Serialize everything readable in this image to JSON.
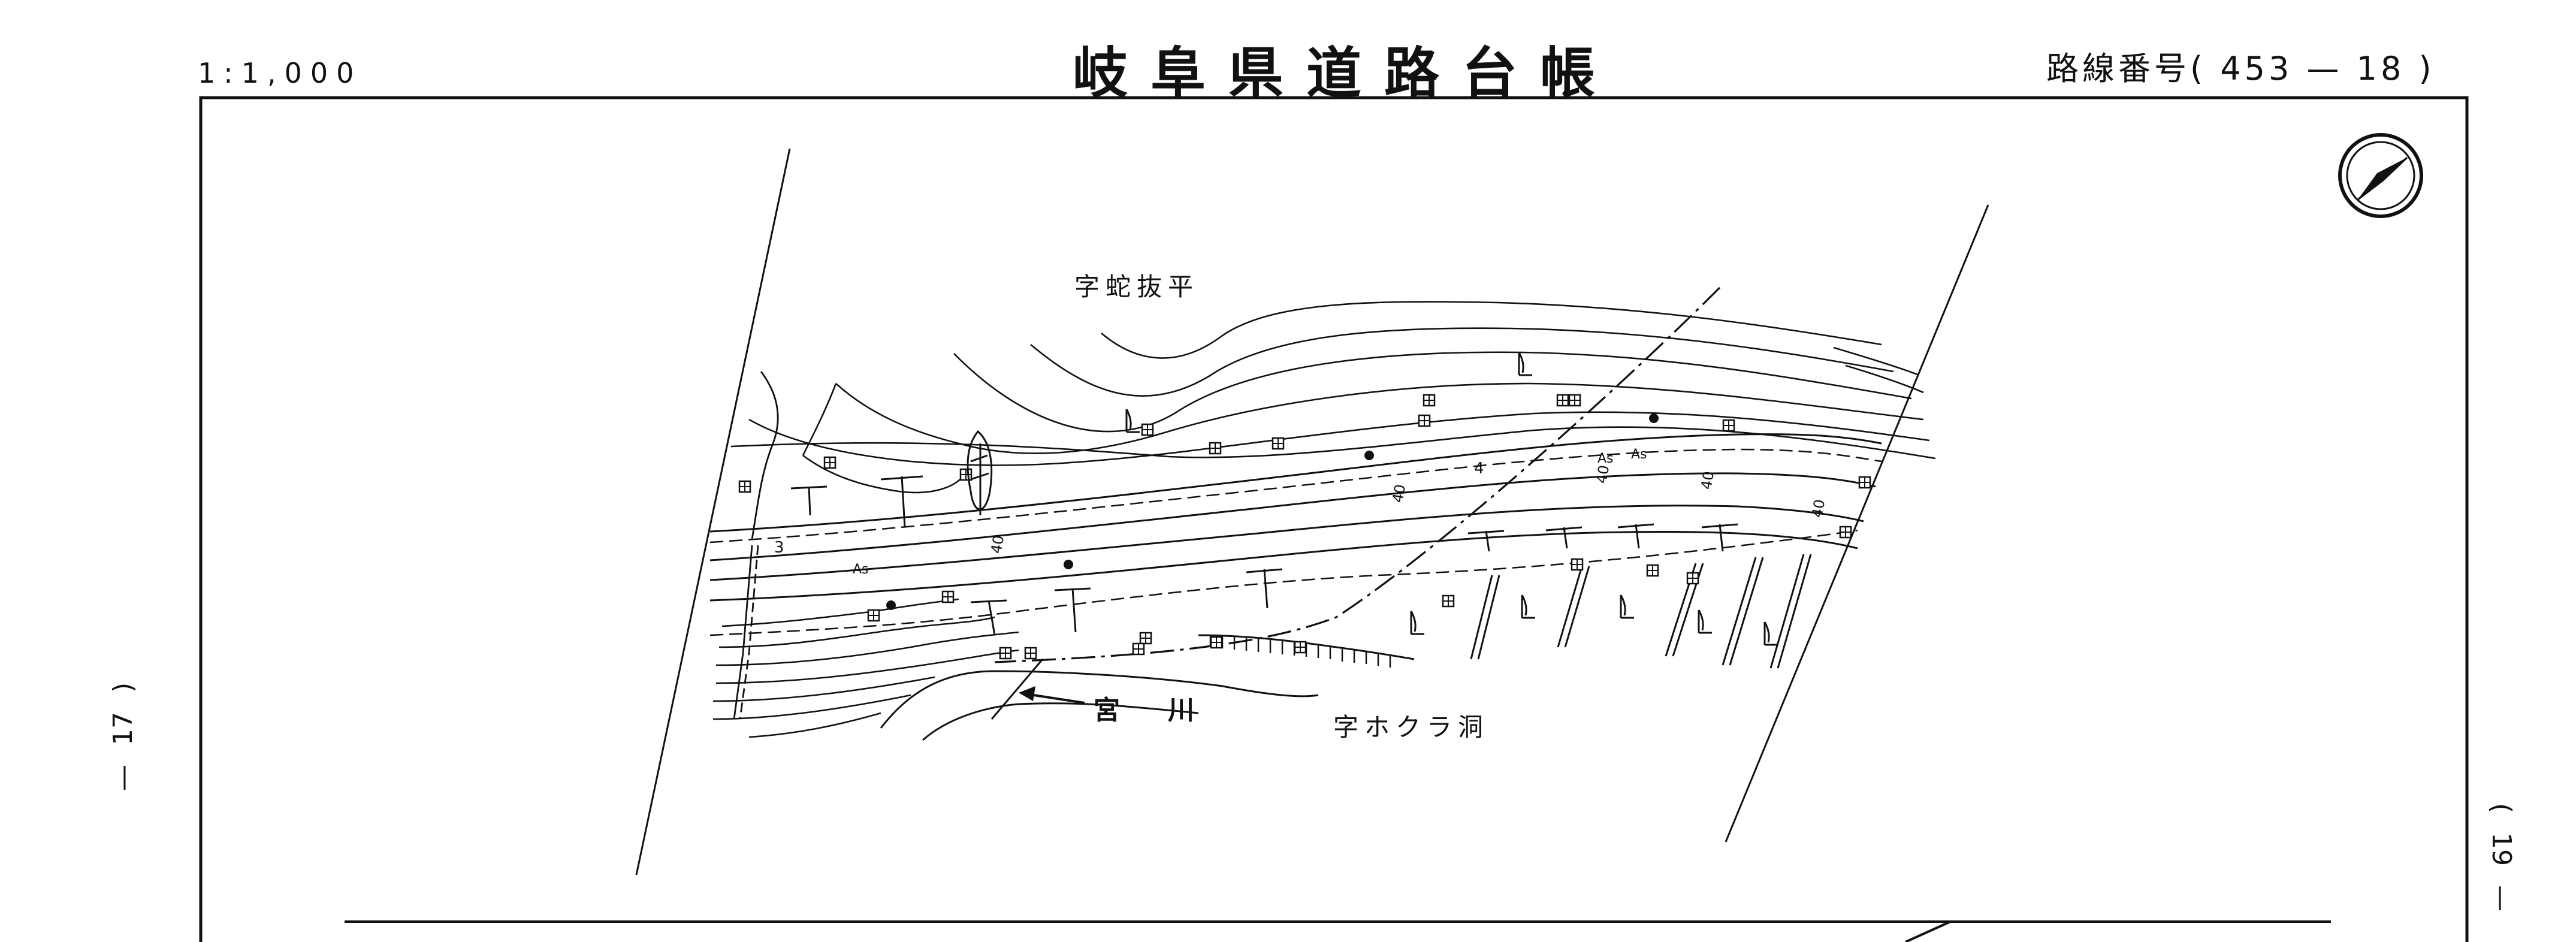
{
  "header": {
    "scale": "1:1,000",
    "title": "岐阜県道路台帳",
    "route_label": "路線番号",
    "route_number": "453",
    "route_dash": "—",
    "route_sheet": "18"
  },
  "margins": {
    "left_page": "17",
    "right_page": "19",
    "dash": "—"
  },
  "places": {
    "upper": "字蛇抜平",
    "lower": "字ホクラ洞",
    "river": "宮　川"
  },
  "road_marks": {
    "as_1": "As",
    "as_2": "As",
    "as_3": "As",
    "num_3": "3",
    "num_4": "4",
    "w1": "40",
    "w2": "40",
    "w3": "40",
    "w4": "40",
    "w5": "40"
  },
  "symbols": {
    "north_arrow": "north-arrow-icon",
    "deciduous": "deciduous-tree-icon",
    "boundary": "boundary-marker-icon",
    "utility": "utility-pole-icon",
    "tree": "tree-icon"
  },
  "colors": {
    "ink": "#111111",
    "paper": "#ffffff"
  }
}
